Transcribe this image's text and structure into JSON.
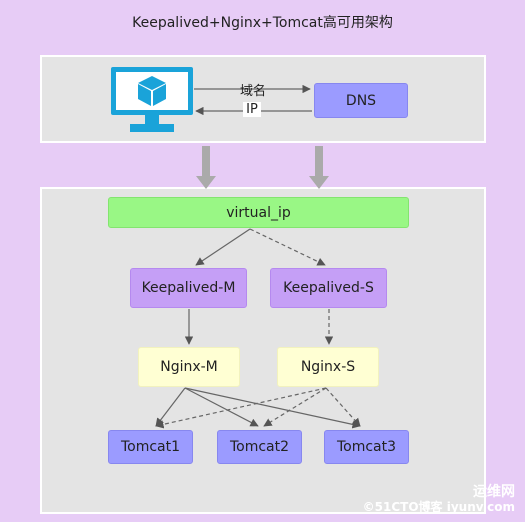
{
  "title": "Keepalived+Nginx+Tomcat高可用架构",
  "client": {
    "icon": "monitor-cube-icon"
  },
  "edges": {
    "domain_label": "域名",
    "ip_label": "IP"
  },
  "nodes": {
    "dns": "DNS",
    "vip": "virtual_ip",
    "keepalived_m": "Keepalived-M",
    "keepalived_s": "Keepalived-S",
    "nginx_m": "Nginx-M",
    "nginx_s": "Nginx-S",
    "tomcat1": "Tomcat1",
    "tomcat2": "Tomcat2",
    "tomcat3": "Tomcat3"
  },
  "watermark": {
    "line1": "运维网",
    "line2": "©51CTO博客 iyunv.com"
  },
  "colors": {
    "background": "#e7ccf6",
    "panel": "#e4e4e4",
    "dns": "#9b9bff",
    "virtual_ip": "#99f785",
    "keepalived": "#c59ff6",
    "nginx": "#ffffd3",
    "tomcat": "#9b9bff",
    "monitor": "#1aa3d9"
  }
}
